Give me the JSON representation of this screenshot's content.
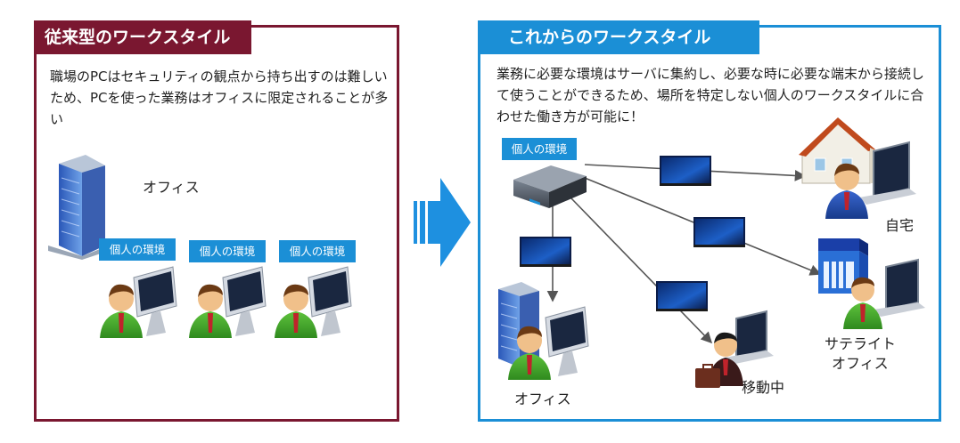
{
  "left": {
    "title": "従来型のワークスタイル",
    "description": "職場のPCはセキュリティの観点から持ち出すのは難しいため、PCを使った業務はオフィスに限定されることが多い",
    "office_label": "オフィス",
    "env_labels": [
      "個人の環境",
      "個人の環境",
      "個人の環境"
    ]
  },
  "right": {
    "title": "これからのワークスタイル",
    "description": "業務に必要な環境はサーバに集約し、必要な時に必要な端末から接続して使うことができるため、場所を特定しない個人のワークスタイルに合わせた働き方が可能に！",
    "server_label": "個人の環境",
    "locations": {
      "home": "自宅",
      "satellite_line1": "サテライト",
      "satellite_line2": "オフィス",
      "mobile": "移動中",
      "office": "オフィス"
    }
  },
  "colors": {
    "left_accent": "#7a1730",
    "right_accent": "#1b8fd6",
    "arrow": "#1e90e0"
  },
  "icons": [
    "office-building-icon",
    "person-at-pc-icon",
    "server-icon",
    "desktop-screen-icon",
    "house-icon",
    "store-icon",
    "laptop-icon",
    "briefcase-icon"
  ]
}
